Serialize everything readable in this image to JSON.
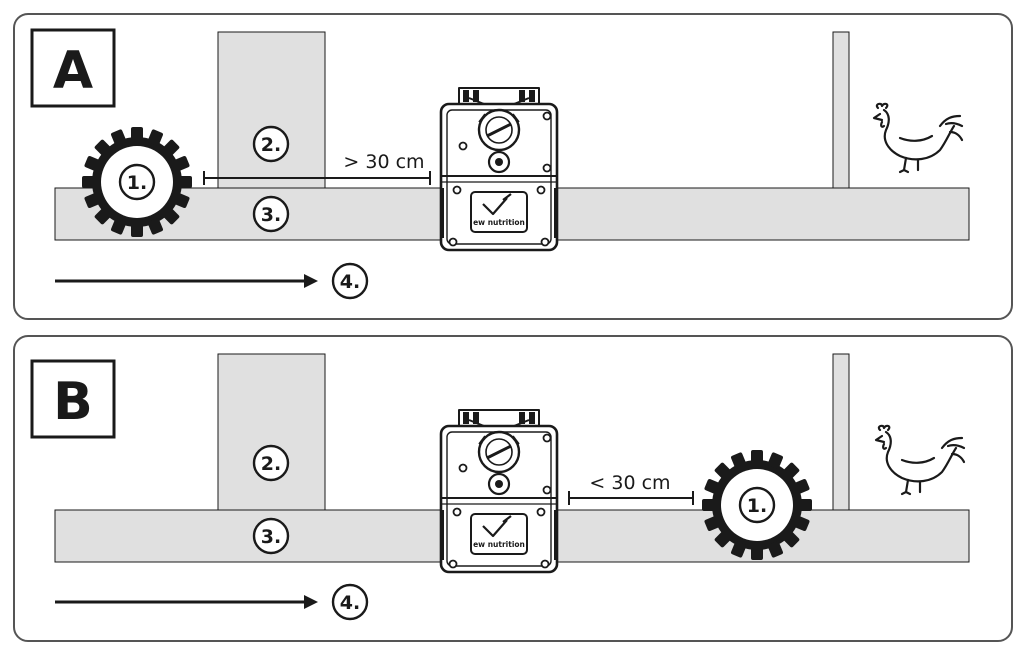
{
  "panels": [
    {
      "letter": "A",
      "measurement": "> 30 cm",
      "labels": {
        "wheel": "1.",
        "block": "2.",
        "rail": "3.",
        "direction": "4."
      }
    },
    {
      "letter": "B",
      "measurement": "< 30 cm",
      "labels": {
        "wheel": "1.",
        "block": "2.",
        "rail": "3.",
        "direction": "4."
      }
    }
  ],
  "device": {
    "brand": "ew nutrition"
  },
  "colors": {
    "ink": "#1a1a1a",
    "rail_fill": "#e0e0e0",
    "border": "#555555"
  },
  "icons": [
    "wheel-icon",
    "chicken-icon",
    "sensor-device-icon",
    "arrow-icon"
  ]
}
